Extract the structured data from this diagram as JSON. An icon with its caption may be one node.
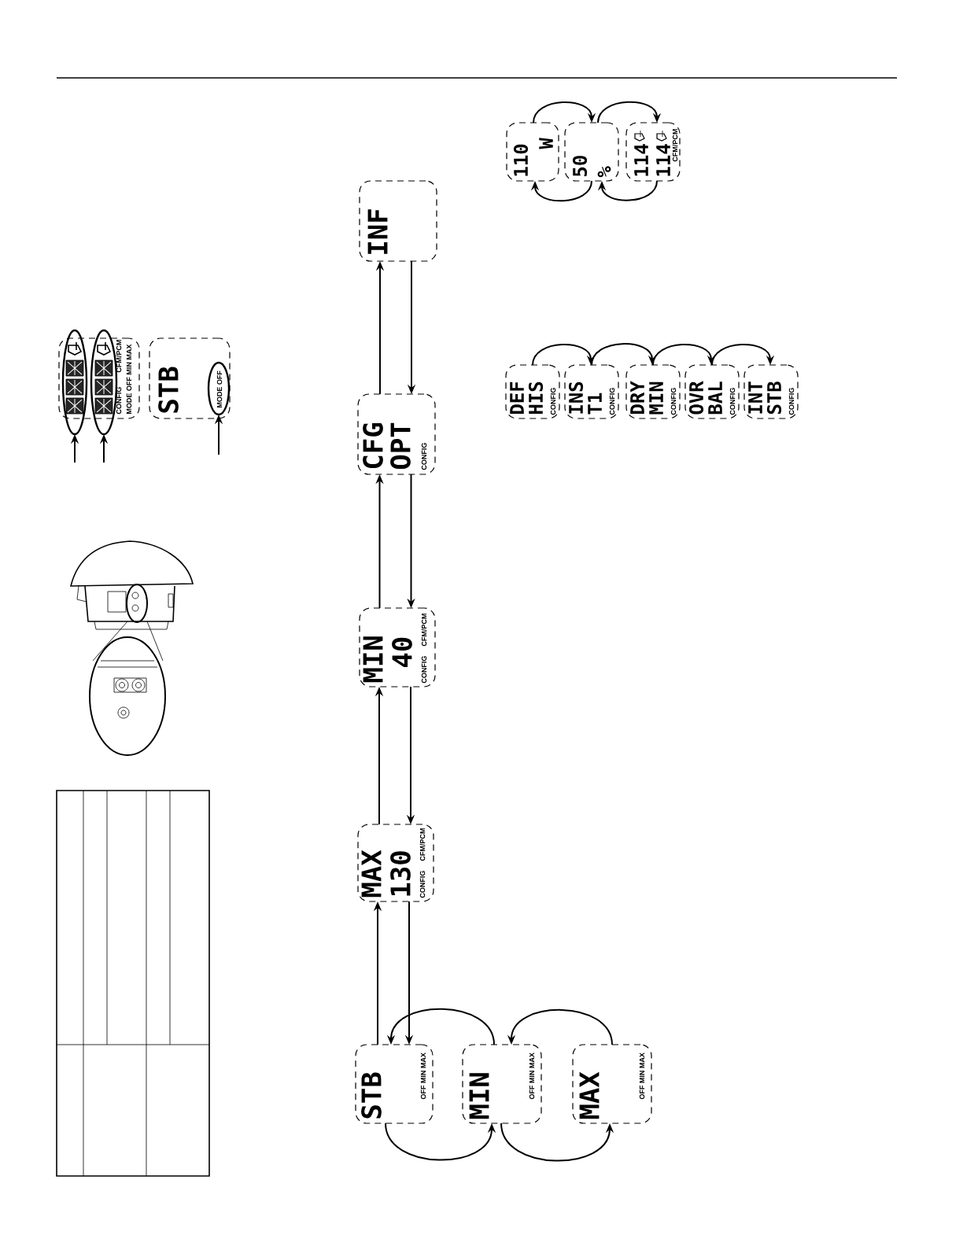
{
  "diagram": {
    "nodes": [
      {
        "text": [
          "CONFIG",
          "CFM/PCM",
          "MODE OFF MIN MAX"
        ]
      },
      {
        "text": [],
        "shape": "ellipse"
      },
      {
        "text": [],
        "shape": "ellipse"
      },
      {
        "text": [
          "STB"
        ]
      },
      {
        "text": [
          "MODE OFF"
        ],
        "in": 3
      },
      {
        "text": [
          "INF"
        ]
      },
      {
        "text": [
          "CFG",
          "OPT",
          "CONFIG"
        ]
      },
      {
        "text": [
          "MIN",
          "40",
          "CONFIG",
          "CFM/PCM"
        ]
      },
      {
        "text": [
          "MAX",
          "130",
          "CONFIG",
          "CFM/PCM"
        ]
      },
      {
        "text": [
          "STB",
          "OFF MIN MAX"
        ]
      },
      {
        "text": [
          "MIN",
          "OFF MIN MAX"
        ]
      },
      {
        "text": [
          "MAX",
          "OFF MIN MAX"
        ]
      },
      {
        "text": [
          "110",
          "W"
        ]
      },
      {
        "text": [
          "50",
          "%"
        ]
      },
      {
        "text": [
          "114",
          "114",
          "CFM/PCM"
        ]
      },
      {
        "text": [
          "DEF",
          "HIS",
          "CONFIG"
        ]
      },
      {
        "text": [
          "INS",
          "T1",
          "CONFIG"
        ]
      },
      {
        "text": [
          "DRY",
          "MIN",
          "CONFIG"
        ]
      },
      {
        "text": [
          "OVR",
          "BAL",
          "CONFIG"
        ]
      },
      {
        "text": [
          "INT",
          "STB",
          "CONFIG"
        ]
      }
    ],
    "edges": [
      {
        "from": null,
        "to": 1,
        "arrow": "to"
      },
      {
        "from": null,
        "to": 2,
        "arrow": "to"
      },
      {
        "from": null,
        "to": 4,
        "arrow": "to"
      },
      {
        "from": 6,
        "to": 5,
        "arrow": "to"
      },
      {
        "from": 5,
        "to": 6,
        "arrow": "to"
      },
      {
        "from": 7,
        "to": 6,
        "arrow": "to"
      },
      {
        "from": 6,
        "to": 7,
        "arrow": "to"
      },
      {
        "from": 8,
        "to": 7,
        "arrow": "to"
      },
      {
        "from": 7,
        "to": 8,
        "arrow": "to"
      },
      {
        "from": 9,
        "to": 8,
        "arrow": "to"
      },
      {
        "from": 8,
        "to": 9,
        "arrow": "to"
      },
      {
        "from": 10,
        "to": 9,
        "arrow": "to"
      },
      {
        "from": 11,
        "to": 10,
        "arrow": "to"
      },
      {
        "from": 9,
        "to": 10,
        "arrow": "to"
      },
      {
        "from": 10,
        "to": 11,
        "arrow": "to"
      },
      {
        "from": 12,
        "to": 13,
        "arrow": "to"
      },
      {
        "from": 13,
        "to": 14,
        "arrow": "to"
      },
      {
        "from": 13,
        "to": 12,
        "arrow": "to"
      },
      {
        "from": 14,
        "to": 13,
        "arrow": "to"
      },
      {
        "from": 15,
        "to": 16,
        "arrow": "to"
      },
      {
        "from": 16,
        "to": 17,
        "arrow": "to"
      },
      {
        "from": 17,
        "to": 18,
        "arrow": "to"
      },
      {
        "from": 18,
        "to": 19,
        "arrow": "to"
      }
    ]
  }
}
